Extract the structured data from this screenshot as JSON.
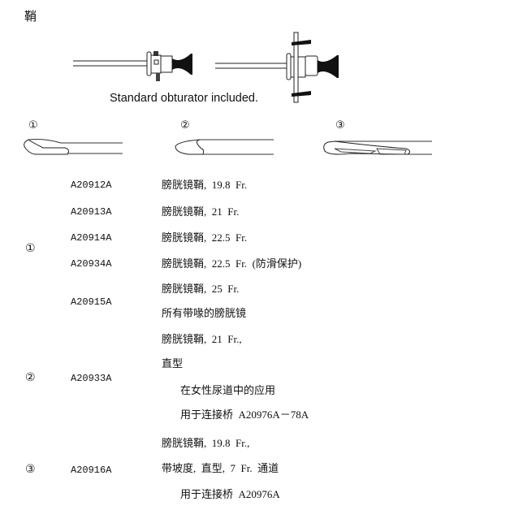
{
  "title": "鞘",
  "figure_caption": "Standard obturator included.",
  "tip_labels": [
    "①",
    "②",
    "③"
  ],
  "groups": [
    {
      "marker": "①",
      "items": [
        {
          "code": "A20912A",
          "lines": [
            "膀胱镜鞘,  19.8  Fr."
          ]
        },
        {
          "code": "A20913A",
          "lines": [
            "膀胱镜鞘,  21  Fr."
          ]
        },
        {
          "code": "A20914A",
          "lines": [
            "膀胱镜鞘,  22.5  Fr."
          ]
        },
        {
          "code": "A20934A",
          "lines": [
            "膀胱镜鞘,  22.5  Fr.  (防滑保护)"
          ]
        },
        {
          "code": "A20915A",
          "lines": [
            "膀胱镜鞘,  25  Fr.",
            "所有带喙的膀胱镜"
          ]
        }
      ]
    },
    {
      "marker": "②",
      "items": [
        {
          "code": "A20933A",
          "lines": [
            "膀胱镜鞘,  21  Fr.,",
            "直型",
            "在女性尿道中的应用",
            "用于连接桥  A20976A－78A"
          ]
        }
      ]
    },
    {
      "marker": "③",
      "items": [
        {
          "code": "A20916A",
          "lines": [
            "膀胱镜鞘,  19.8  Fr.,",
            "带坡度,  直型,  7  Fr.  通道",
            "用于连接桥  A20976A"
          ]
        }
      ]
    }
  ]
}
